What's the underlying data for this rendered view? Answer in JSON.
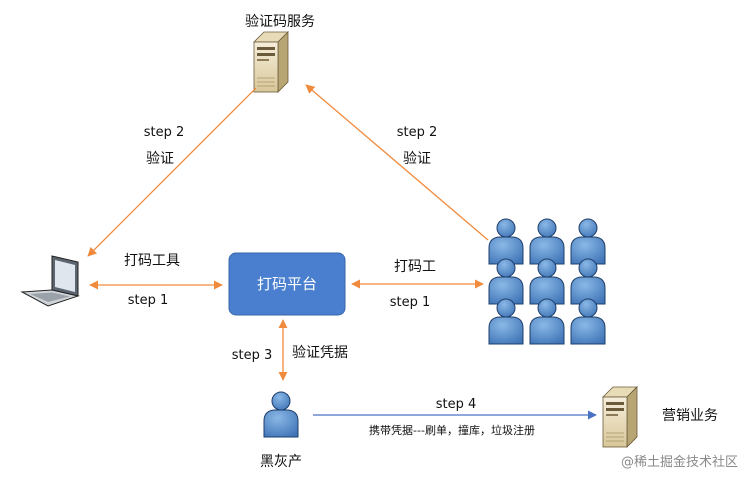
{
  "nodes": {
    "captcha_service": "验证码服务",
    "coding_tool": "打码工具",
    "platform": "打码平台",
    "workers": "打码工",
    "black_market": "黑灰产",
    "marketing": "营销业务"
  },
  "edges": {
    "step2_left": {
      "step": "step 2",
      "label": "验证"
    },
    "step2_right": {
      "step": "step 2",
      "label": "验证"
    },
    "step1_left": {
      "step": "step 1"
    },
    "step1_right": {
      "step": "step 1"
    },
    "step3": {
      "step": "step 3",
      "label": "验证凭据"
    },
    "step4": {
      "step": "step 4",
      "label": "携带凭据---刷单，撞库，垃圾注册"
    }
  },
  "watermark": "@稀土掘金技术社区",
  "colors": {
    "orange_arrow": "#F08A3C",
    "blue_arrow": "#4A72C4",
    "platform_fill": "#4A7FD0",
    "person_fill": "#5B93D0"
  },
  "icons": {
    "server": "server-icon",
    "laptop": "laptop-icon",
    "person": "person-icon",
    "crowd": "people-crowd-icon"
  }
}
